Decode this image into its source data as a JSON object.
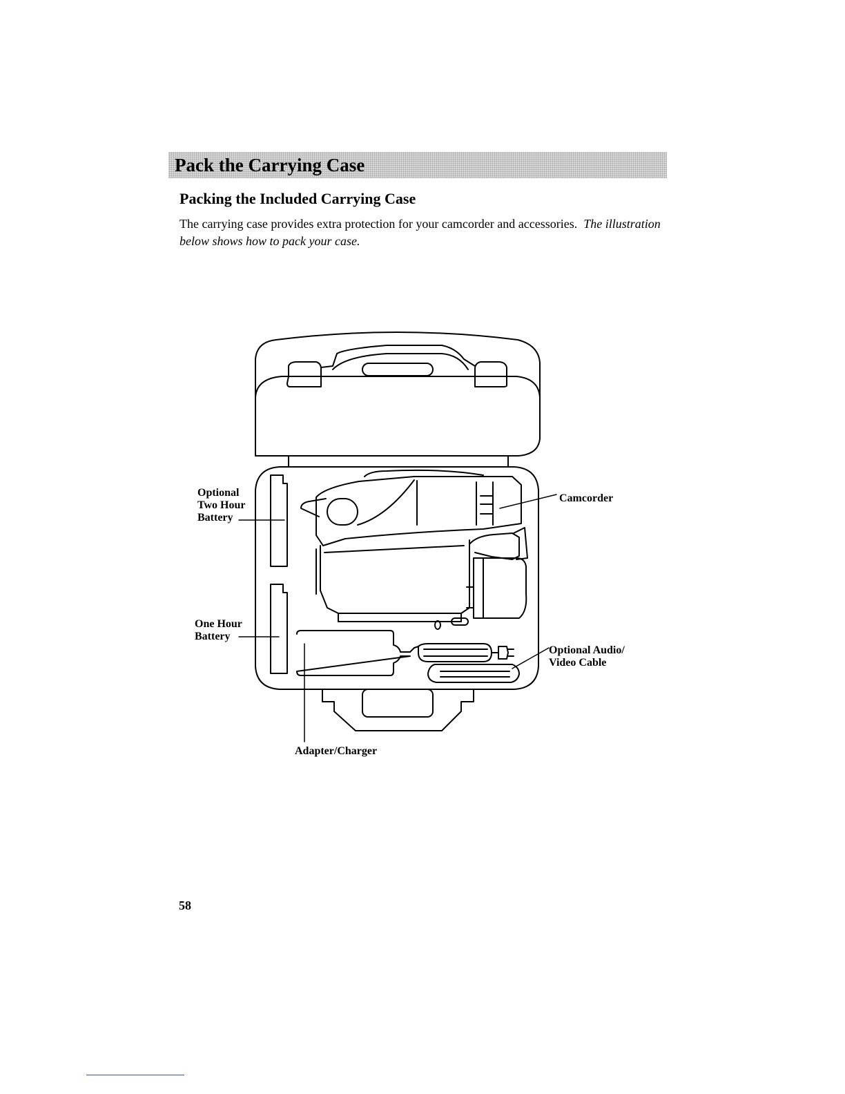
{
  "section": {
    "title": "Pack the Carrying Case"
  },
  "subheading": "Packing the Included Carrying Case",
  "intro": {
    "text": "The carrying case provides extra protection for your camcorder and accessories.",
    "italic": "The illustration below shows how to pack your case."
  },
  "labels": {
    "optional_two_hour_battery": "Optional\nTwo Hour\nBattery",
    "one_hour_battery": "One Hour\nBattery",
    "camcorder": "Camcorder",
    "optional_av_cable": "Optional Audio/\nVideo Cable",
    "adapter_charger": "Adapter/Charger"
  },
  "page_number": "58",
  "colors": {
    "section_bar": "#d9d9d9",
    "ink": "#000000"
  }
}
